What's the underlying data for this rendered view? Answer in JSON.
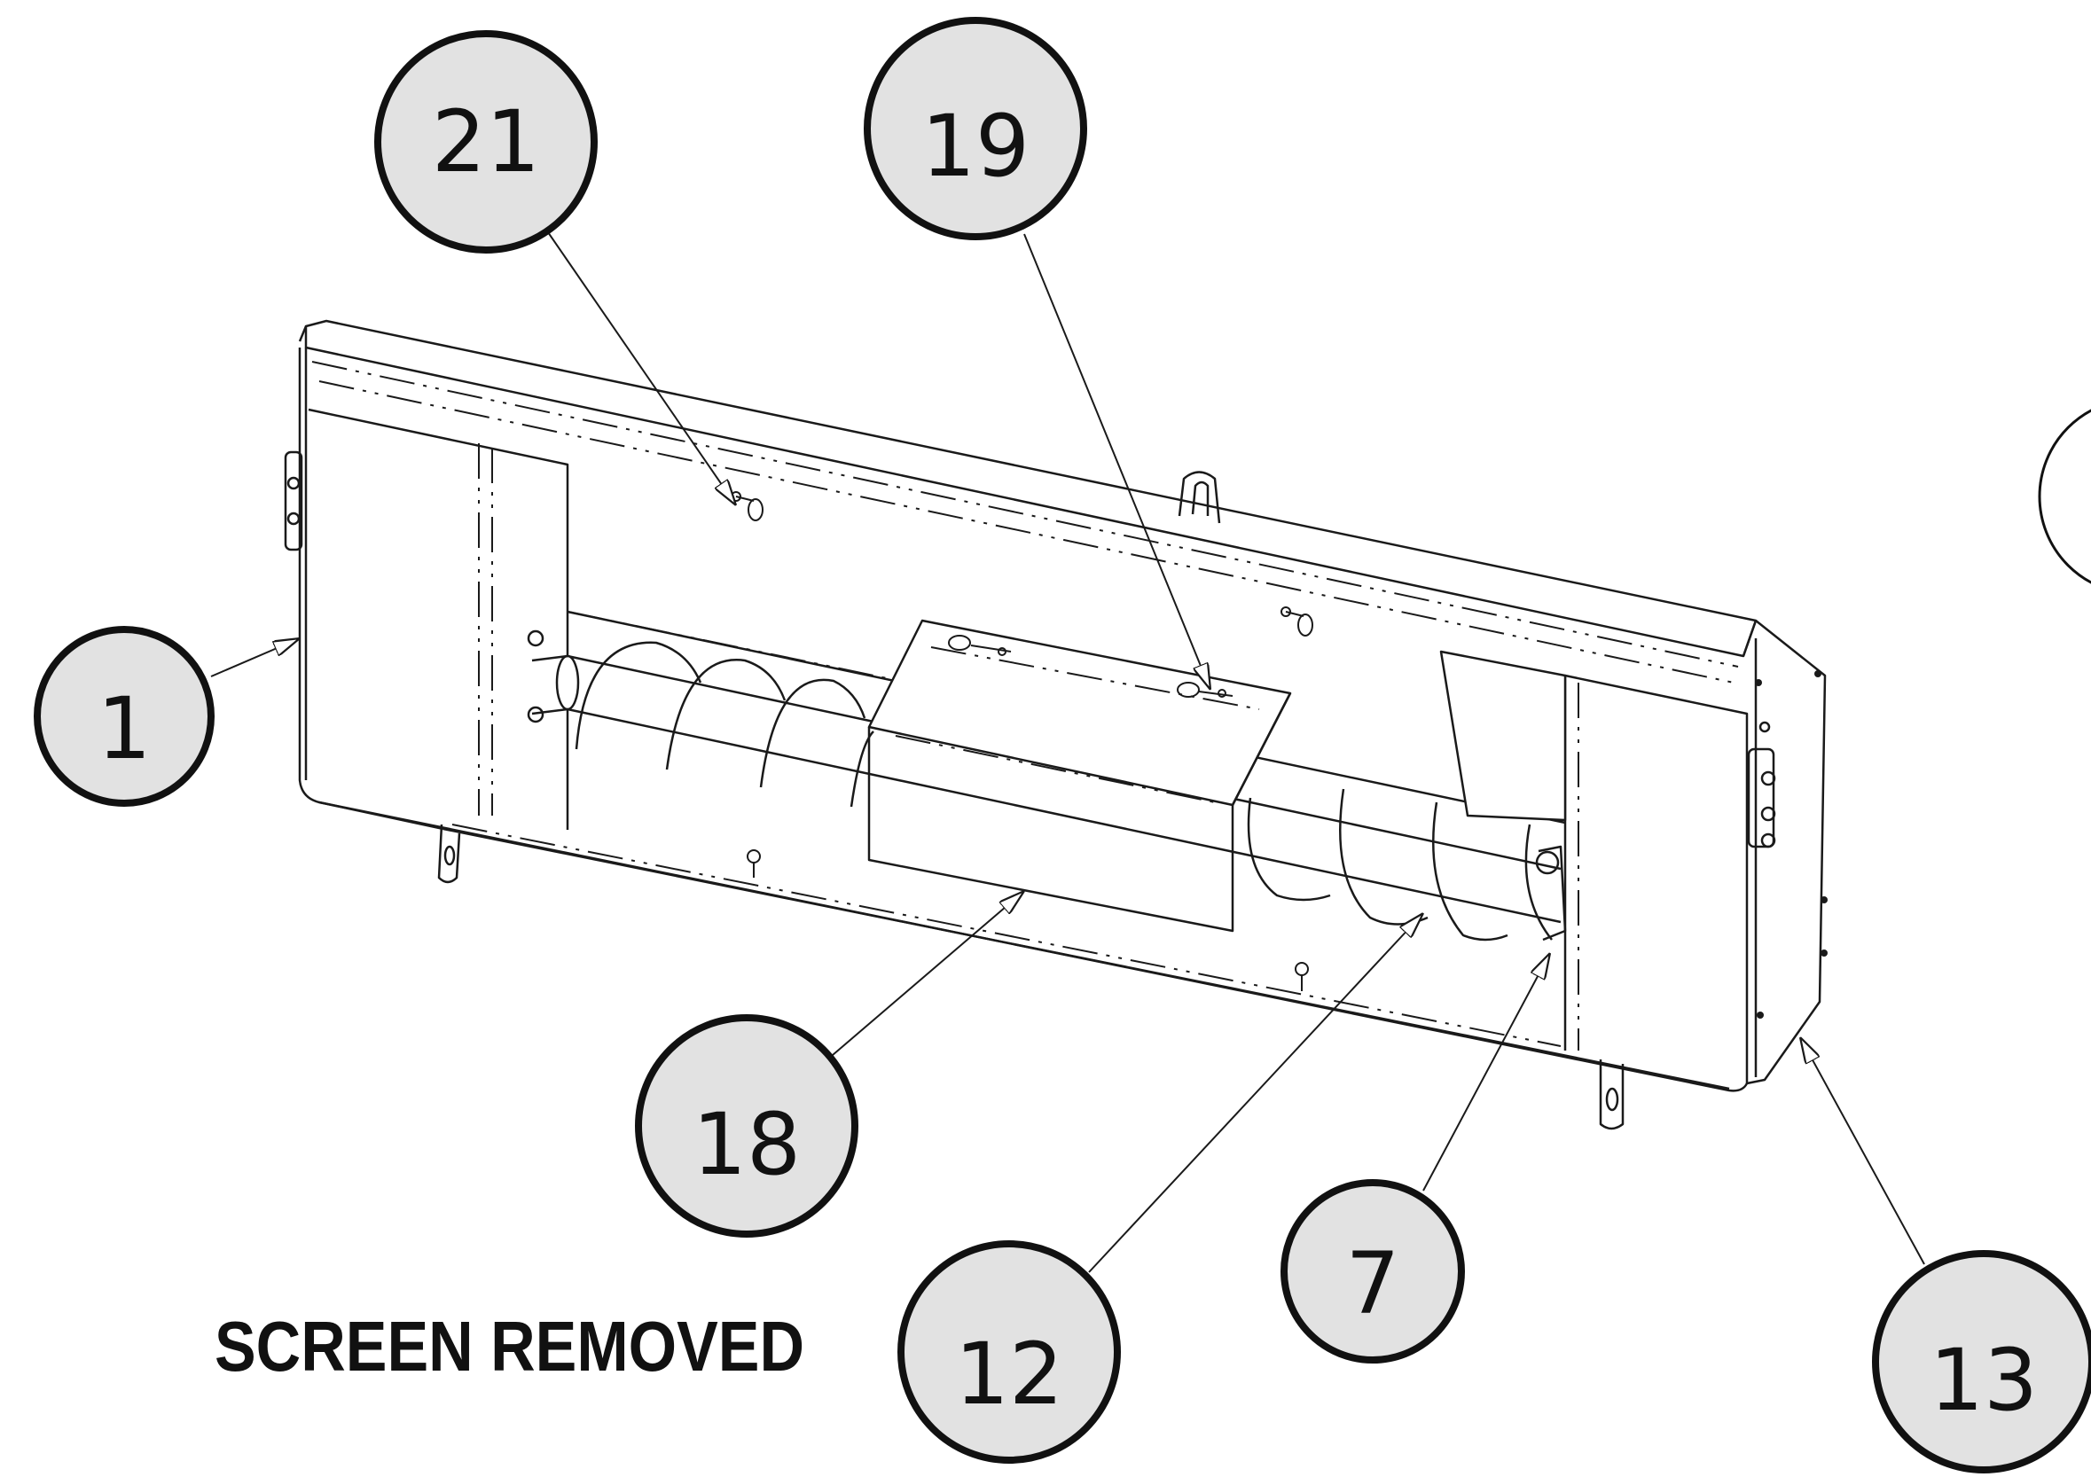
{
  "caption": "SCREEN REMOVED",
  "colors": {
    "line": "#1a1a1a",
    "bubble_fill": "#e2e2e2",
    "background": "#ffffff"
  },
  "callouts": [
    {
      "id": "callout-21",
      "label": "21"
    },
    {
      "id": "callout-19",
      "label": "19"
    },
    {
      "id": "callout-1",
      "label": "1"
    },
    {
      "id": "callout-18",
      "label": "18"
    },
    {
      "id": "callout-12",
      "label": "12"
    },
    {
      "id": "callout-7",
      "label": "7"
    },
    {
      "id": "callout-13",
      "label": "13"
    }
  ]
}
